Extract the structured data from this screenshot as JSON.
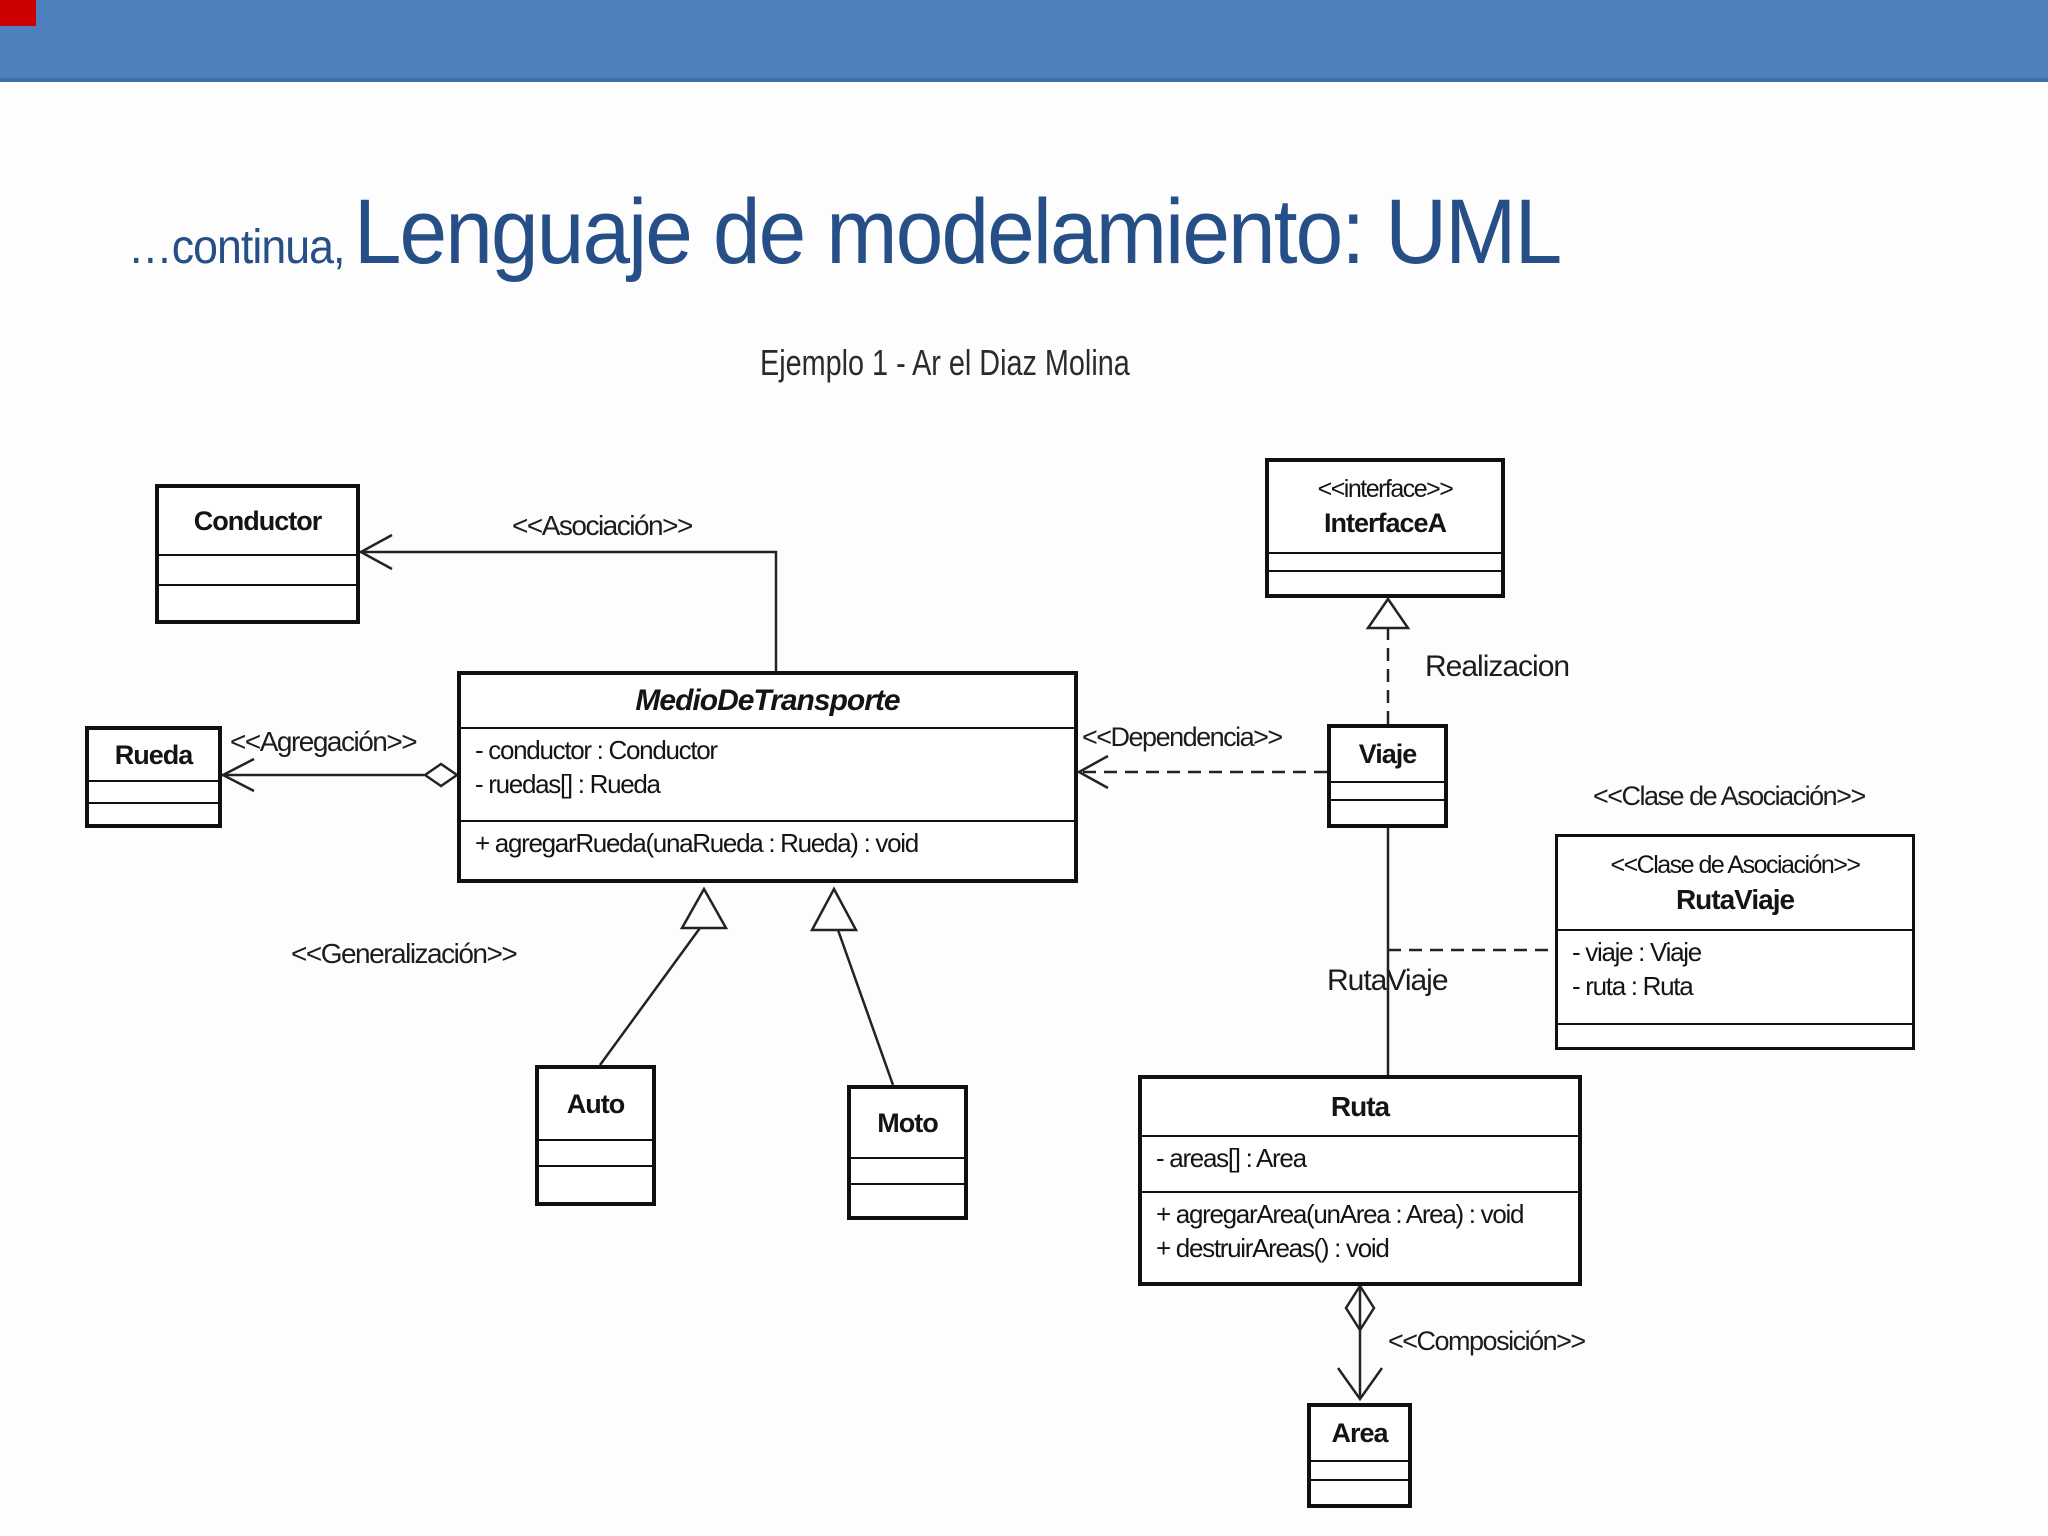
{
  "slide": {
    "bar_color": "#4d80bc",
    "marker_color": "#cc0000",
    "title_prefix": "…continua,",
    "title_main": "Lenguaje de modelamiento: UML",
    "title_color": "#274f87",
    "subtitle": "Ejemplo 1 - Ar el Diaz Molina"
  },
  "diagram": {
    "classes": {
      "conductor": {
        "name": "Conductor"
      },
      "rueda": {
        "name": "Rueda"
      },
      "medio": {
        "name": "MedioDeTransporte",
        "attr1": "- conductor : Conductor",
        "attr2": "- ruedas[] : Rueda",
        "method1": "+ agregarRueda(unaRueda : Rueda) : void"
      },
      "auto": {
        "name": "Auto"
      },
      "moto": {
        "name": "Moto"
      },
      "interfacea": {
        "stereotype": "<<interface>>",
        "name": "InterfaceA"
      },
      "viaje": {
        "name": "Viaje"
      },
      "rutaviaje": {
        "stereotype": "<<Clase de Asociación>>",
        "name": "RutaViaje",
        "attr1": "- viaje : Viaje",
        "attr2": "- ruta : Ruta"
      },
      "ruta": {
        "name": "Ruta",
        "attr1": "- areas[] : Area",
        "method1": "+ agregarArea(unArea : Area) : void",
        "method2": "+ destruirAreas() : void"
      },
      "area": {
        "name": "Area"
      }
    },
    "labels": {
      "asociacion": "<<Asociación>>",
      "agregacion": "<<Agregación>>",
      "generalizacion": "<<Generalización>>",
      "dependencia": "<<Dependencia>>",
      "realizacion": "Realizacion",
      "clase_de_asociacion": "<<Clase de Asociación>>",
      "rutaviaje_link": "RutaViaje",
      "composicion": "<<Composición>>"
    }
  }
}
